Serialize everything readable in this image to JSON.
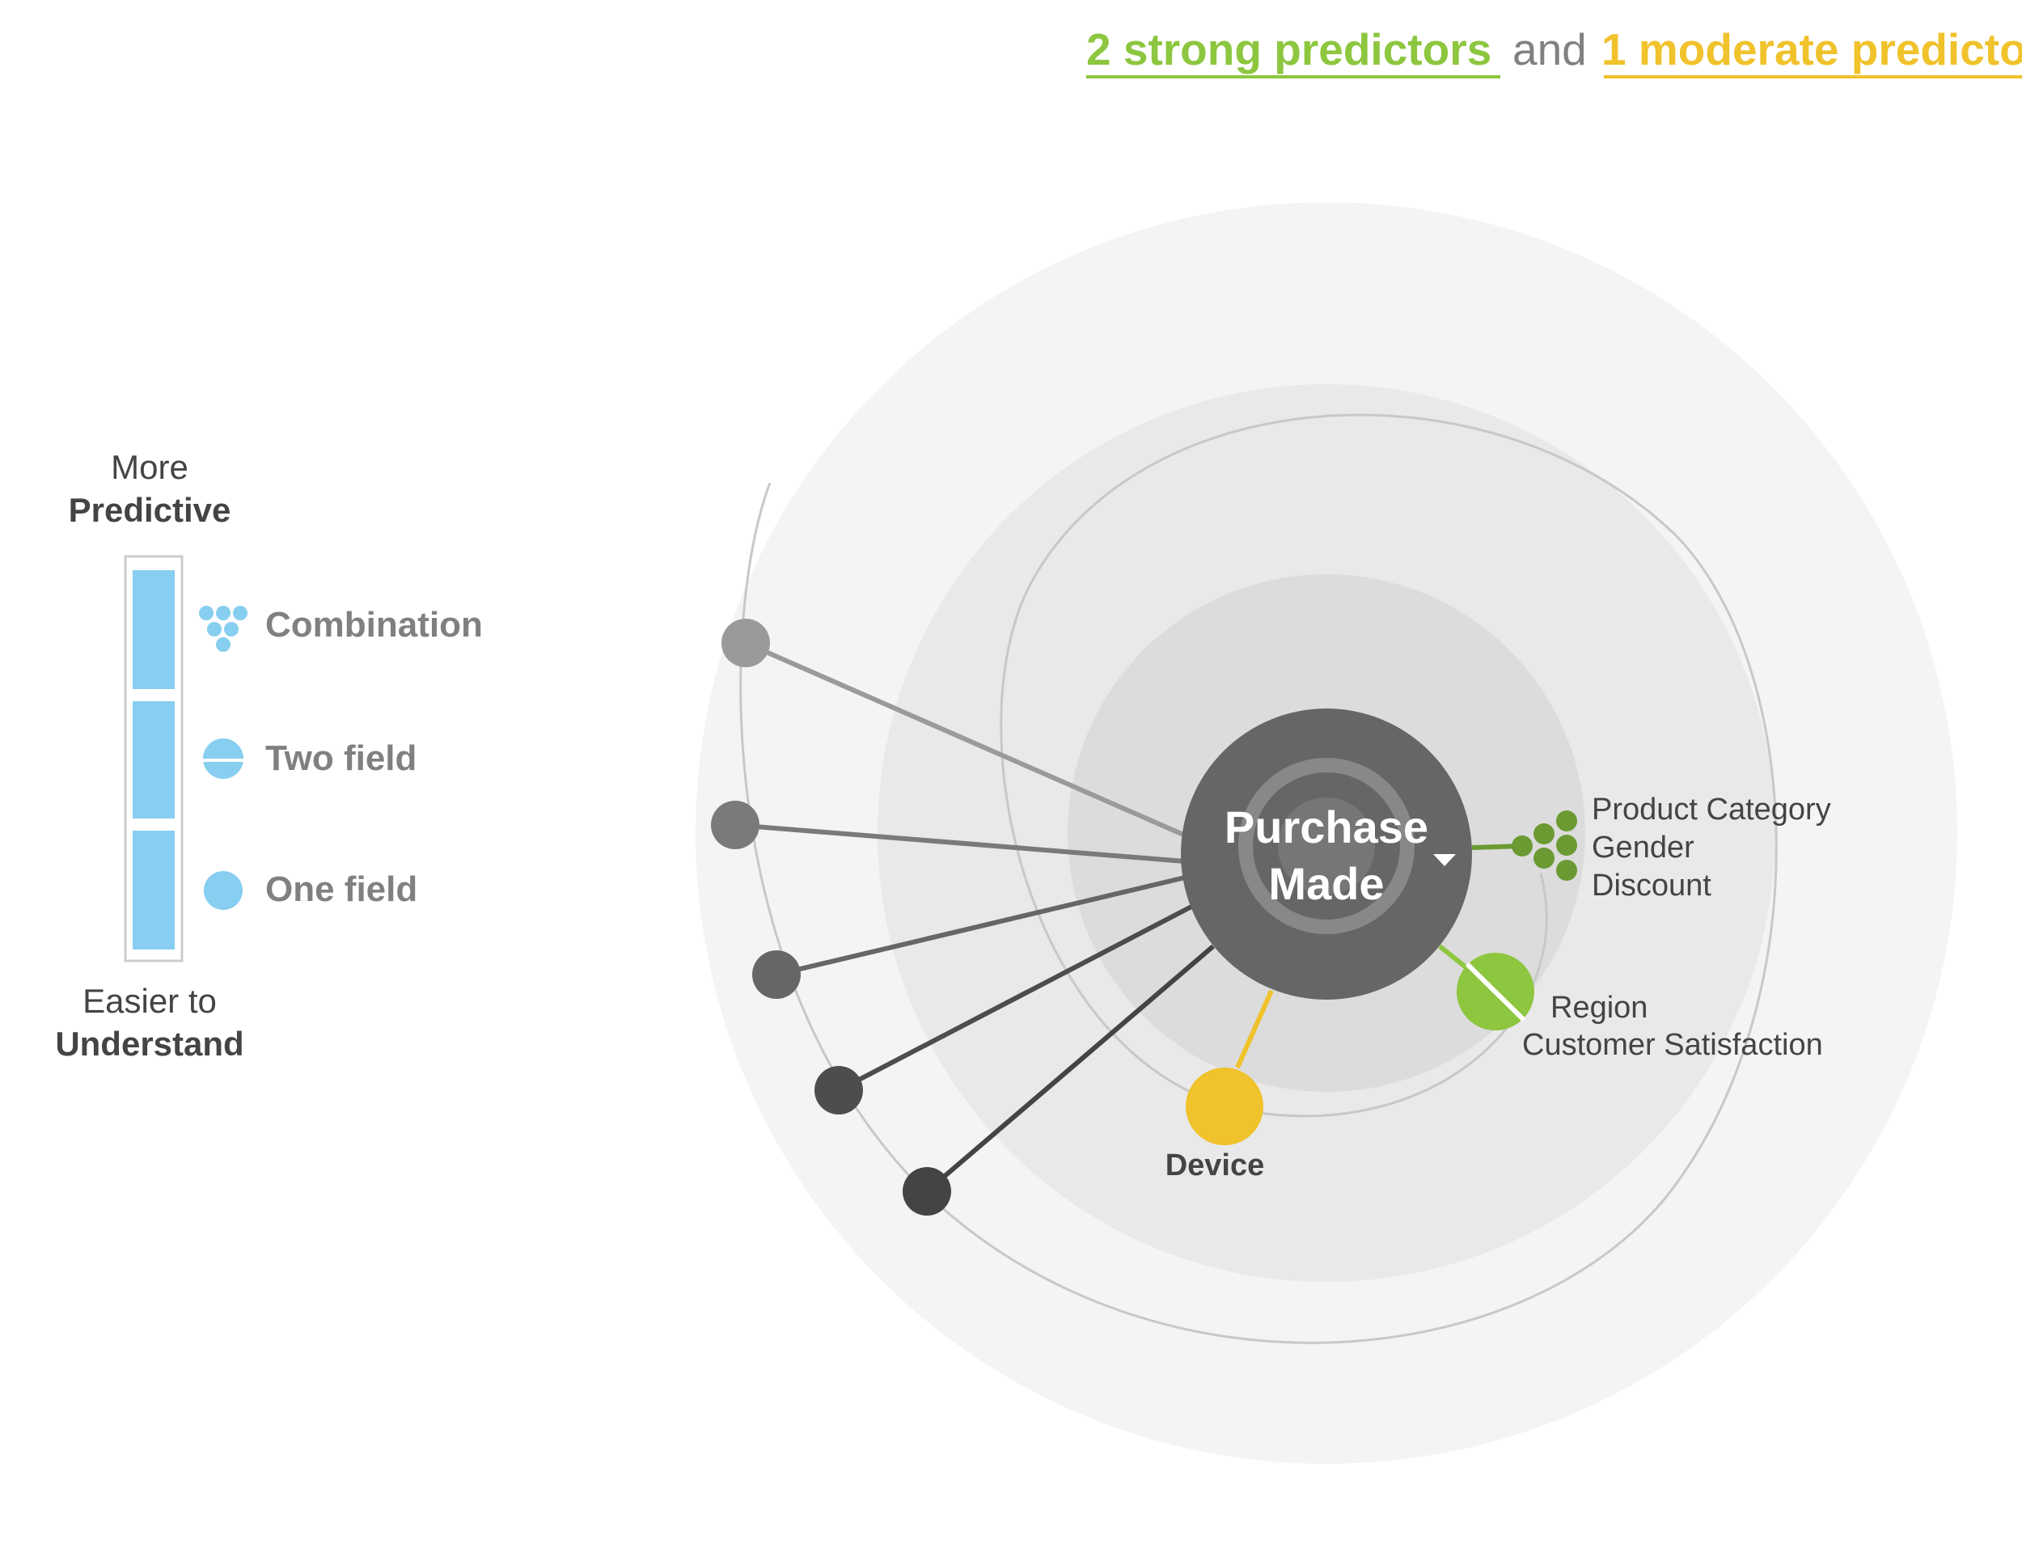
{
  "header": {
    "strong_count_text": "2 strong predictors",
    "connector_text": "and",
    "moderate_count_text": "1 moderate predicto",
    "strong_color": "#8dc63f",
    "moderate_color": "#f0c22b",
    "connector_color": "#808080"
  },
  "legend": {
    "top_line1": "More",
    "top_line2": "Predictive",
    "bottom_line1": "Easier to",
    "bottom_line2": "Understand",
    "items": [
      {
        "label": "Combination",
        "icon": "combination-icon"
      },
      {
        "label": "Two field",
        "icon": "two-field-icon"
      },
      {
        "label": "One field",
        "icon": "one-field-icon"
      }
    ],
    "accent_color": "#87cef0"
  },
  "target": {
    "line1": "Purchase",
    "line2": "Made",
    "dropdown_icon": "caret-down-icon",
    "color": "#666666"
  },
  "predictors": {
    "combination": {
      "fields": [
        "Product Category",
        "Gender",
        "Discount"
      ],
      "strength": "strong",
      "color": "#6b9a33"
    },
    "two_field": {
      "fields": [
        "Region",
        "Customer Satisfaction"
      ],
      "strength": "strong",
      "color": "#8dc63f"
    },
    "one_field": {
      "fields": [
        "Device"
      ],
      "strength": "moderate",
      "color": "#f0c22b"
    }
  },
  "unlabeled_nodes": [
    {
      "color": "#9a9a9a"
    },
    {
      "color": "#7a7a7a"
    },
    {
      "color": "#666666"
    },
    {
      "color": "#4d4d4d"
    },
    {
      "color": "#444444"
    }
  ]
}
